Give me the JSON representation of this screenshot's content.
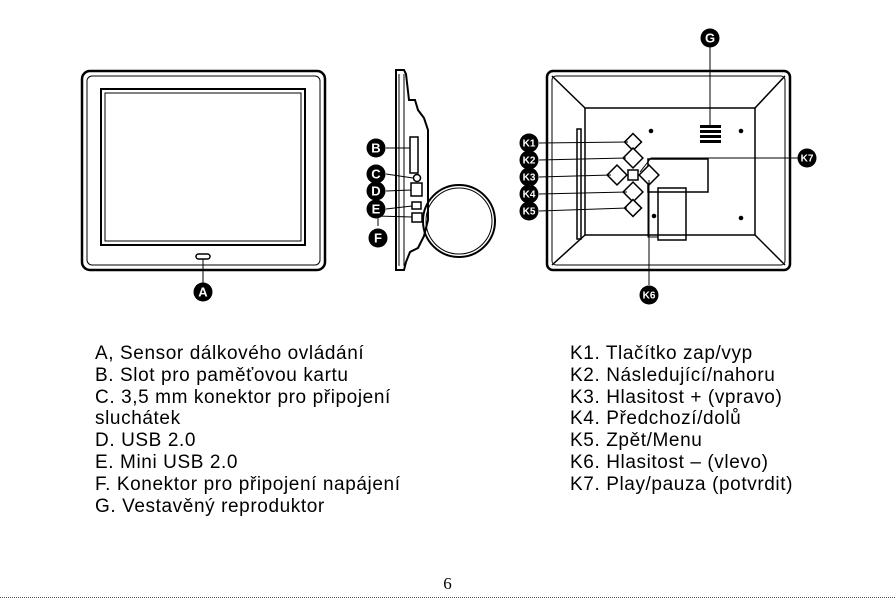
{
  "callouts": {
    "A": "A",
    "B": "B",
    "C": "C",
    "D": "D",
    "E": "E",
    "F": "F",
    "G": "G",
    "K1": "K1",
    "K2": "K2",
    "K3": "K3",
    "K4": "K4",
    "K5": "K5",
    "K6": "K6",
    "K7": "K7"
  },
  "legend_left": [
    "A, Sensor dálkového ovládání",
    "B. Slot pro paměťovou kartu",
    "C. 3,5 mm konektor pro připojení",
    "sluchátek",
    "D. USB 2.0",
    "E. Mini USB 2.0",
    "F. Konektor pro připojení napájení",
    "G. Vestavěný reproduktor"
  ],
  "legend_right": [
    "K1. Tlačítko zap/vyp",
    "K2. Následující/nahoru",
    "K3. Hlasitost + (vpravo)",
    "K4. Předchozí/dolů",
    "K5. Zpět/Menu",
    "K6. Hlasitost – (vlevo)",
    "K7. Play/pauza (potvrdit)"
  ],
  "page_number": "6"
}
